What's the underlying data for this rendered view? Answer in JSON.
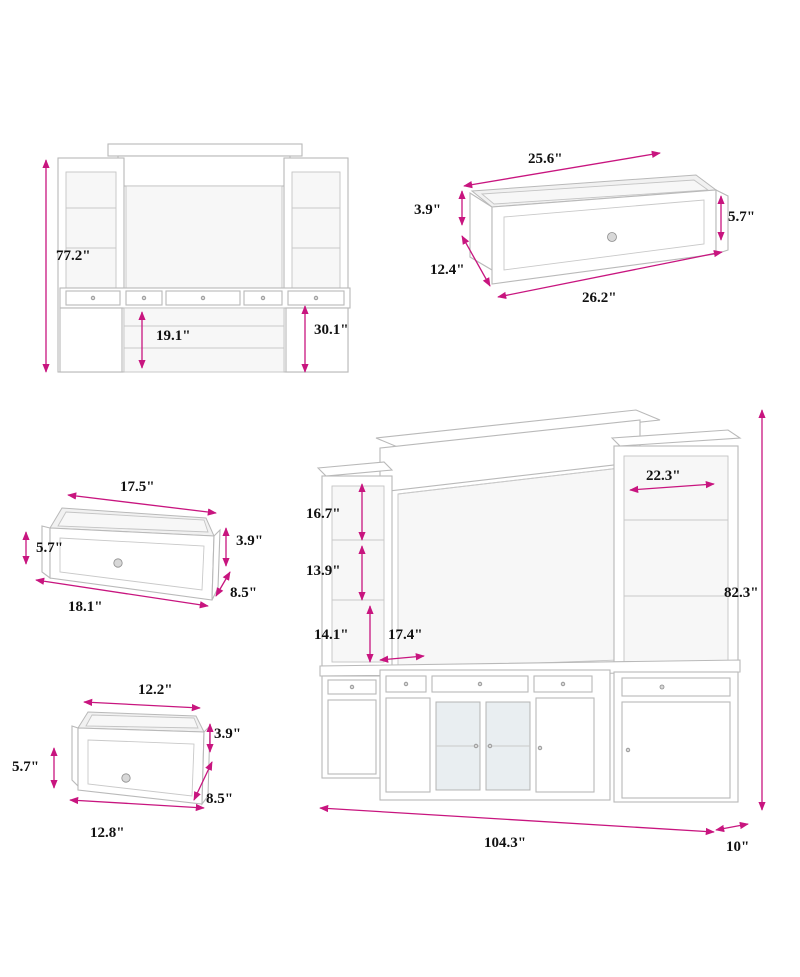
{
  "colors": {
    "arrow": "#c8157f",
    "text": "#111111",
    "furniture": "#ffffff",
    "outline": "#b9b9b9"
  },
  "front_view": {
    "total_height": "77.2\"",
    "tv_opening_height": "19.1\"",
    "side_cabinet_height": "30.1\""
  },
  "large_drawer": {
    "front_width": "25.6\"",
    "depth": "12.4\"",
    "bottom_width": "26.2\"",
    "front_height": "3.9\"",
    "side_height": "5.7\""
  },
  "medium_drawer": {
    "front_width": "17.5\"",
    "bottom_width": "18.1\"",
    "front_height": "3.9\"",
    "side_height": "5.7\"",
    "depth": "8.5\""
  },
  "small_drawer": {
    "front_width": "12.2\"",
    "bottom_width": "12.8\"",
    "front_height": "3.9\"",
    "side_height": "5.7\"",
    "depth": "8.5\""
  },
  "main_unit": {
    "shelf_top": "16.7\"",
    "shelf_middle": "13.9\"",
    "shelf_bottom": "14.1\"",
    "shelf_width": "17.4\"",
    "right_tower_width": "22.3\"",
    "total_height": "82.3\"",
    "total_width": "104.3\"",
    "depth": "10\""
  }
}
